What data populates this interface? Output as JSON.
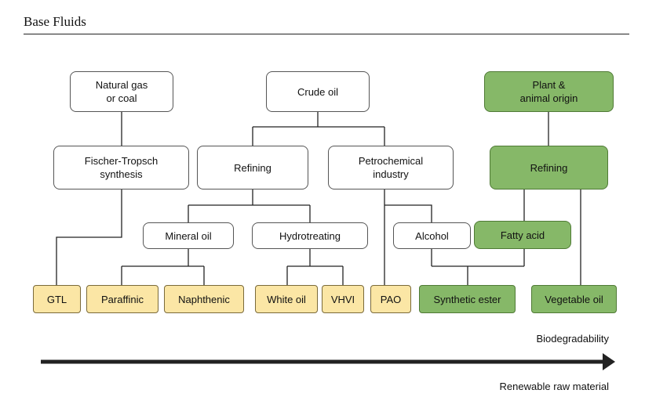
{
  "header": {
    "title": "Base Fluids"
  },
  "boxes": {
    "natural_gas": "Natural gas\nor coal",
    "crude_oil": "Crude oil",
    "plant_animal": "Plant &\nanimal origin",
    "fischer_tropsch": "Fischer-Tropsch\nsynthesis",
    "refining_crude": "Refining",
    "petrochemical": "Petrochemical\nindustry",
    "refining_plant": "Refining",
    "mineral_oil": "Mineral oil",
    "hydrotreating": "Hydrotreating",
    "alcohol": "Alcohol",
    "fatty_acid": "Fatty acid",
    "gtl": "GTL",
    "paraffinic": "Paraffinic",
    "naphthenic": "Naphthenic",
    "white_oil": "White oil",
    "vhvi": "VHVI",
    "pao": "PAO",
    "synthetic_ester": "Synthetic ester",
    "vegetable_oil": "Vegetable oil"
  },
  "axis": {
    "top_label": "Biodegradability",
    "bottom_label": "Renewable raw material"
  },
  "colors": {
    "plant_green": "#86b868",
    "product_yellow": "#fbe6a5",
    "arrow": "#222222"
  }
}
